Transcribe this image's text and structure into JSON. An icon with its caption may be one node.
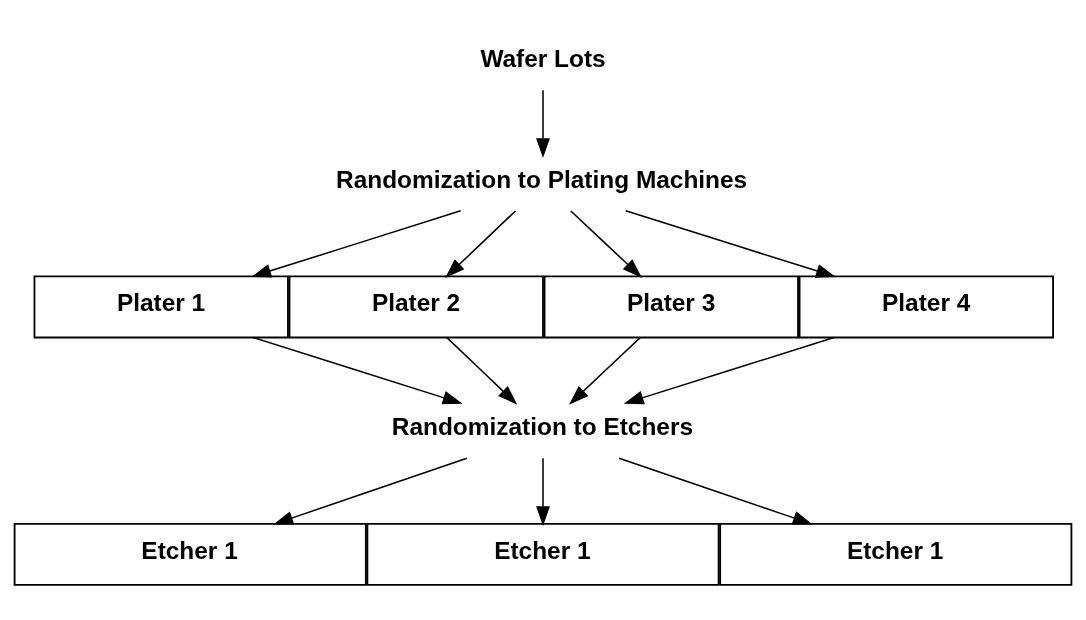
{
  "diagram": {
    "nodes": [
      {
        "text": [
          "Wafer Lots"
        ]
      },
      {
        "text": [
          "Randomization to Plating Machines"
        ]
      },
      {
        "text": [
          "Plater 1"
        ]
      },
      {
        "text": [
          "Plater 2"
        ]
      },
      {
        "text": [
          "Plater 3"
        ]
      },
      {
        "text": [
          "Plater 4"
        ]
      },
      {
        "text": [
          "Randomization to Etchers"
        ]
      },
      {
        "text": [
          "Etcher 1"
        ]
      },
      {
        "text": [
          "Etcher 1"
        ]
      },
      {
        "text": [
          "Etcher 1"
        ]
      }
    ],
    "edges": [
      {
        "from": 0,
        "to": 1,
        "arrow": "to"
      },
      {
        "from": 1,
        "to": 2,
        "arrow": "to"
      },
      {
        "from": 1,
        "to": 3,
        "arrow": "to"
      },
      {
        "from": 1,
        "to": 4,
        "arrow": "to"
      },
      {
        "from": 1,
        "to": 5,
        "arrow": "to"
      },
      {
        "from": 2,
        "to": 6,
        "arrow": "to"
      },
      {
        "from": 3,
        "to": 6,
        "arrow": "to"
      },
      {
        "from": 4,
        "to": 6,
        "arrow": "to"
      },
      {
        "from": 5,
        "to": 6,
        "arrow": "to"
      },
      {
        "from": 6,
        "to": 7,
        "arrow": "to"
      },
      {
        "from": 6,
        "to": 8,
        "arrow": "to"
      },
      {
        "from": 6,
        "to": 9,
        "arrow": "to"
      }
    ]
  }
}
